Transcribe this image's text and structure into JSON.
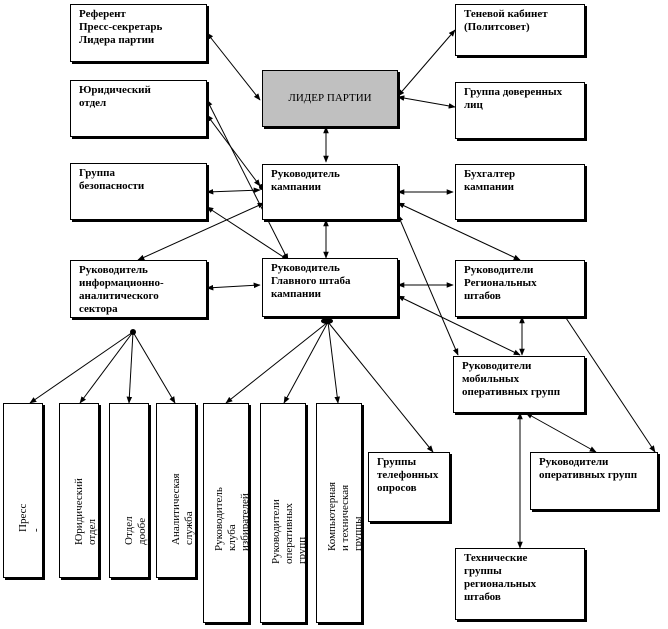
{
  "nodes": {
    "referent": "Референт\nПресс-секретарь\nЛидера партии",
    "shadow_cabinet": "Теневой кабинет\n(Политсовет)",
    "leader": "ЛИДЕР ПАРТИИ",
    "legal_department": "Юридический\nотдел",
    "trusted_persons": "Группа доверенных\nлиц",
    "security_group": "Группа\nбезопасности",
    "campaign_head": "Руководитель\nкампании",
    "accountant": "Бухгалтер\nкампании",
    "info_analytic_head": "Руководитель\nинформационно-\nаналитического\nсектора",
    "hq_head": "Руководитель\nГлавного штаба\nкампании",
    "regional_heads": "Руководители\nРегиональных\nштабов",
    "mobile_groups": "Руководители\nмобильных\nоперативных групп",
    "press_service": "Пресс - служба",
    "legal_dept_v": "Юридический отдел",
    "door_to_door": "Отдел дooбe",
    "analytic_service": "Аналитическая служба",
    "voters_club": "Руководитель клуба избирателей\nв поддержку партии",
    "operational_groups_heads": "Руководители оперативных\nгрупп столицы",
    "computer_groups": "Компьютерная и техническая\nгруппы главного штаба",
    "phone_survey": "Группы\nтелефонных\nопросов",
    "operational_heads": "Руководители\nоперативных групп",
    "technical_groups": "Технические\nгруппы\nрегиональных\nштабов"
  }
}
